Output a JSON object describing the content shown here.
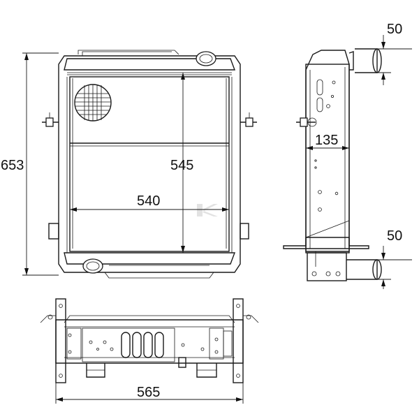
{
  "dimensions": {
    "overall_height": "653",
    "core_height": "545",
    "core_width": "540",
    "overall_width": "565",
    "side_depth": "135",
    "top_pipe": "50",
    "bottom_pipe": "50"
  },
  "colors": {
    "line": "#1a1a1a",
    "background": "#ffffff",
    "watermark": "#e2e2e2"
  }
}
